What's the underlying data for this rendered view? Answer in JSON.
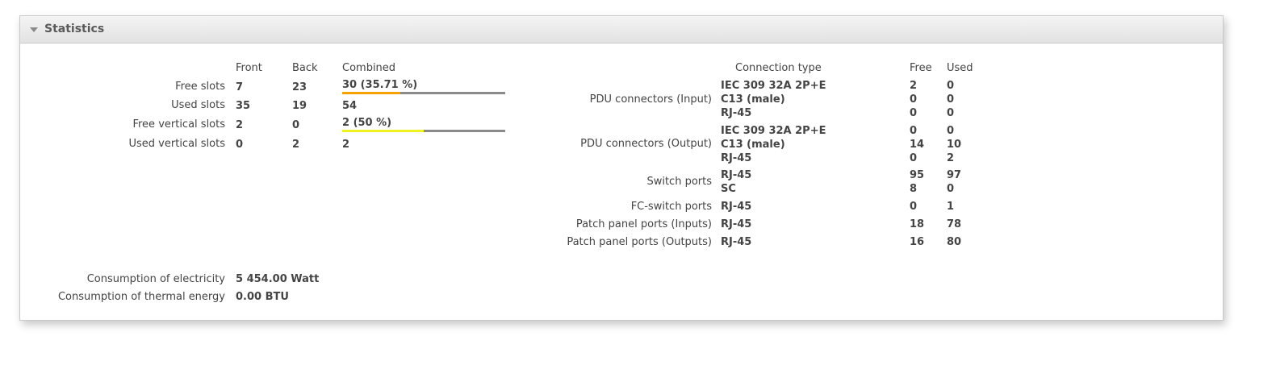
{
  "panel": {
    "title": "Statistics"
  },
  "slots": {
    "headers": {
      "front": "Front",
      "back": "Back",
      "combined": "Combined"
    },
    "rows": [
      {
        "label": "Free slots",
        "front": "7",
        "back": "23",
        "combined": "30 (35.71 %)",
        "fraction": 0.3571,
        "bar_color": "#f5a100"
      },
      {
        "label": "Used slots",
        "front": "35",
        "back": "19",
        "combined": "54"
      },
      {
        "label": "Free vertical slots",
        "front": "2",
        "back": "0",
        "combined": "2 (50 %)",
        "fraction": 0.5,
        "bar_color": "#f2f21e"
      },
      {
        "label": "Used vertical slots",
        "front": "0",
        "back": "2",
        "combined": "2"
      }
    ]
  },
  "consumption": {
    "electricity": {
      "label": "Consumption of electricity",
      "value": "5 454.00 Watt"
    },
    "thermal": {
      "label": "Consumption of thermal energy",
      "value": "0.00 BTU"
    }
  },
  "connections": {
    "headers": {
      "type": "Connection type",
      "free": "Free",
      "used": "Used"
    },
    "groups": [
      {
        "label": "PDU connectors (Input)",
        "items": [
          {
            "type": "IEC 309 32A 2P+E",
            "free": "2",
            "used": "0"
          },
          {
            "type": "C13 (male)",
            "free": "0",
            "used": "0"
          },
          {
            "type": "RJ-45",
            "free": "0",
            "used": "0"
          }
        ]
      },
      {
        "label": "PDU connectors (Output)",
        "items": [
          {
            "type": "IEC 309 32A 2P+E",
            "free": "0",
            "used": "0"
          },
          {
            "type": "C13 (male)",
            "free": "14",
            "used": "10"
          },
          {
            "type": "RJ-45",
            "free": "0",
            "used": "2"
          }
        ]
      },
      {
        "label": "Switch ports",
        "items": [
          {
            "type": "RJ-45",
            "free": "95",
            "used": "97"
          },
          {
            "type": "SC",
            "free": "8",
            "used": "0"
          }
        ]
      },
      {
        "label": "FC-switch ports",
        "items": [
          {
            "type": "RJ-45",
            "free": "0",
            "used": "1"
          }
        ]
      },
      {
        "label": "Patch panel ports (Inputs)",
        "items": [
          {
            "type": "RJ-45",
            "free": "18",
            "used": "78"
          }
        ]
      },
      {
        "label": "Patch panel ports (Outputs)",
        "items": [
          {
            "type": "RJ-45",
            "free": "16",
            "used": "80"
          }
        ]
      }
    ]
  },
  "colors": {
    "bar_track": "#8a8a8a",
    "header_bg": "#e6e6e6"
  }
}
